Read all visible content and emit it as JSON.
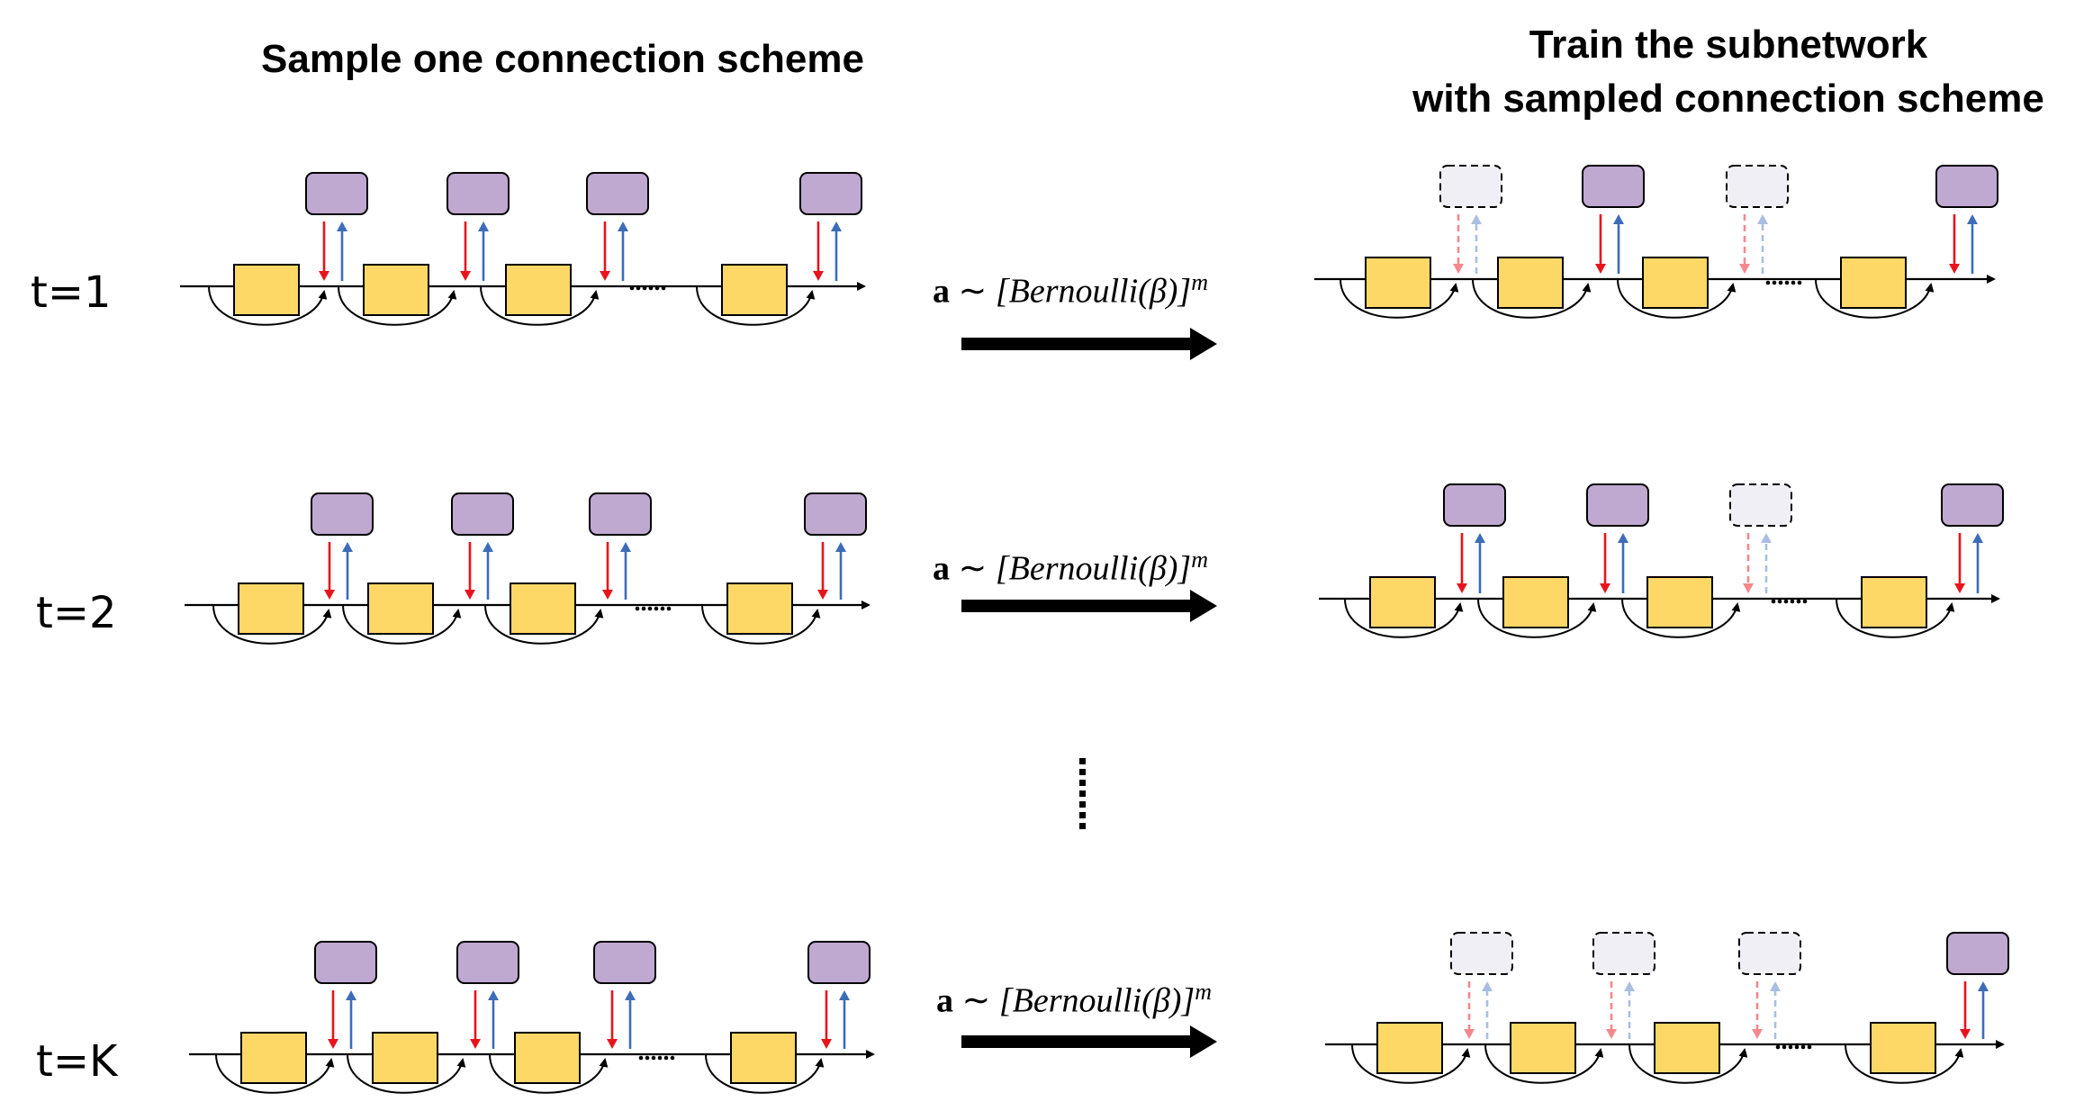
{
  "left_heading": "Sample one connection scheme",
  "right_heading": {
    "line1": "Train the subnetwork",
    "line2": "with sampled connection scheme"
  },
  "rows": [
    {
      "label": "t=1",
      "formula": {
        "lhs": "a",
        "op": "∼",
        "dist": "[Bernoulli(β)]",
        "exp": "m"
      },
      "right_active": [
        false,
        true,
        false,
        true
      ]
    },
    {
      "label": "t=2",
      "formula": {
        "lhs": "a",
        "op": "∼",
        "dist": "[Bernoulli(β)]",
        "exp": "m"
      },
      "right_active": [
        true,
        true,
        false,
        true
      ]
    },
    {
      "label": "t=K",
      "formula": {
        "lhs": "a",
        "op": "∼",
        "dist": "[Bernoulli(β)]",
        "exp": "m"
      },
      "right_active": [
        false,
        false,
        false,
        true
      ]
    }
  ],
  "ellipsis": "……",
  "colors": {
    "block_fill": "#FDD866",
    "module_fill": "#BFA9D1",
    "module_inactive_fill": "#F1EFF6",
    "arrow_red": "#E8141C",
    "arrow_blue": "#3D6CB8",
    "arrow_red_faded": "#F4888C",
    "arrow_blue_faded": "#A9BEE2"
  }
}
